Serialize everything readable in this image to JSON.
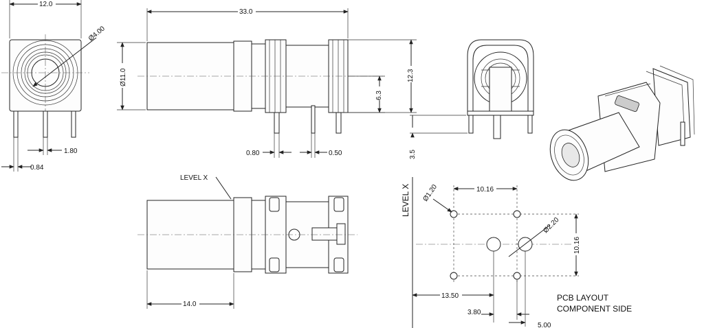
{
  "dimensions": {
    "front_width": "12.0",
    "pin_spacing": "1.80",
    "pin_width": "0.84",
    "bore_diameter": "Ø4.00",
    "overall_length": "33.0",
    "barrel_diameter": "Ø11.0",
    "pin_offset": "6.3",
    "overall_height": "12.3",
    "side_pin_a": "0.80",
    "side_pin_b": "0.50",
    "pin_length": "3.5",
    "barrel_length": "14.0",
    "hole_small": "Ø1.20",
    "hole_large": "Ø2.20",
    "pcb_hspacing": "10.16",
    "pcb_vspacing": "10.16",
    "pcb_offset_a": "13.50",
    "pcb_offset_b": "3.80",
    "pcb_offset_c": "5.00"
  },
  "labels": {
    "level_x_top": "LEVEL X",
    "level_x_side": "LEVEL X",
    "pcb_layout_line1": "PCB LAYOUT",
    "pcb_layout_line2": "COMPONENT SIDE"
  }
}
